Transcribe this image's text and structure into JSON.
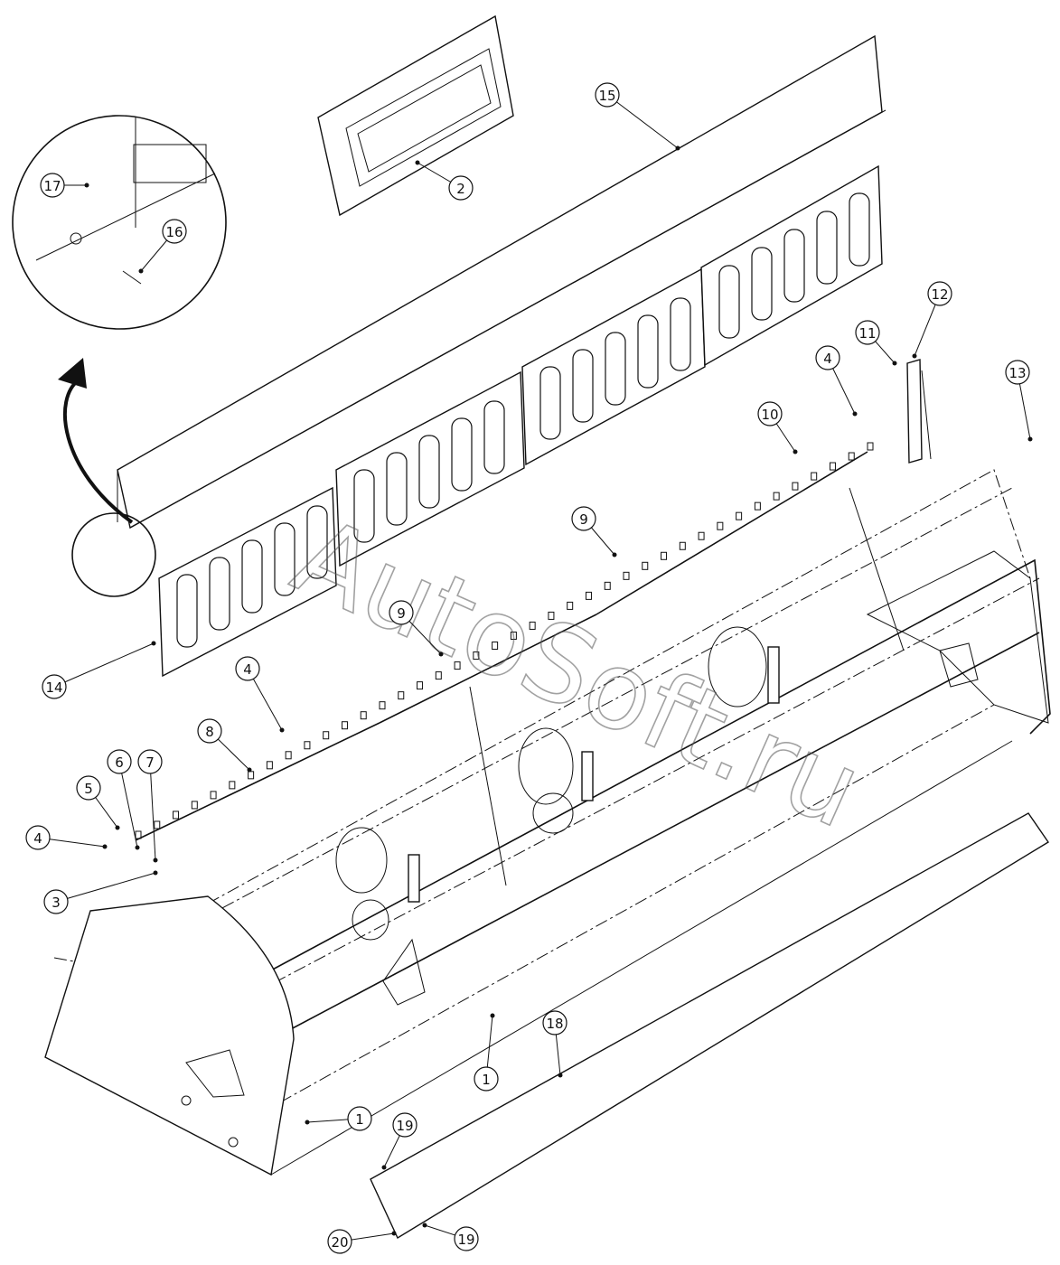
{
  "watermark": "AutoSoft.ru",
  "callouts": [
    {
      "id": "1a",
      "label": "1"
    },
    {
      "id": "1b",
      "label": "1"
    },
    {
      "id": "2",
      "label": "2"
    },
    {
      "id": "3",
      "label": "3"
    },
    {
      "id": "4a",
      "label": "4"
    },
    {
      "id": "4b",
      "label": "4"
    },
    {
      "id": "4c",
      "label": "4"
    },
    {
      "id": "5",
      "label": "5"
    },
    {
      "id": "6",
      "label": "6"
    },
    {
      "id": "7",
      "label": "7"
    },
    {
      "id": "8",
      "label": "8"
    },
    {
      "id": "9a",
      "label": "9"
    },
    {
      "id": "9b",
      "label": "9"
    },
    {
      "id": "10",
      "label": "10"
    },
    {
      "id": "11",
      "label": "11"
    },
    {
      "id": "12",
      "label": "12"
    },
    {
      "id": "13",
      "label": "13"
    },
    {
      "id": "14",
      "label": "14"
    },
    {
      "id": "15",
      "label": "15"
    },
    {
      "id": "16",
      "label": "16"
    },
    {
      "id": "17",
      "label": "17"
    },
    {
      "id": "18",
      "label": "18"
    },
    {
      "id": "19a",
      "label": "19"
    },
    {
      "id": "19b",
      "label": "19"
    },
    {
      "id": "20",
      "label": "20"
    }
  ]
}
